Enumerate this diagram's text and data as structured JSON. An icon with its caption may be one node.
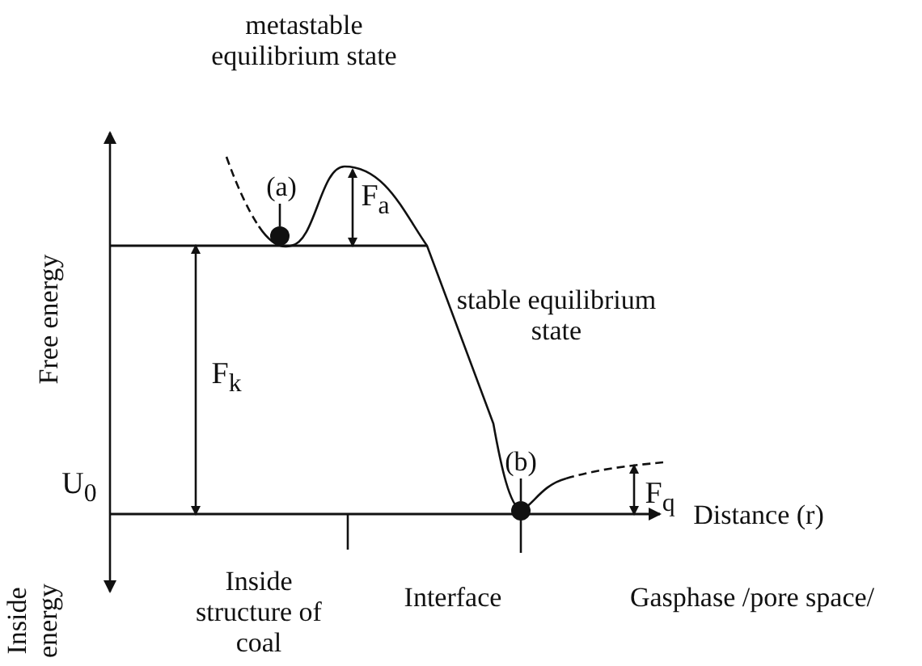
{
  "diagram": {
    "nodes": [
      {
        "text": [
          "(a)"
        ]
      },
      {
        "text": [],
        "shape": "circle"
      },
      {
        "text": [
          "(b)"
        ]
      },
      {
        "text": [],
        "shape": "circle"
      }
    ],
    "edges": [
      {
        "from": 0,
        "to": 1,
        "arrow": "none"
      },
      {
        "from": 2,
        "to": 3,
        "arrow": "none"
      }
    ],
    "labels": [
      "metastable equilibrium state",
      "F$_{a}$",
      "Free energy",
      "F$_{k}$",
      "U$_{0}$",
      "stable equilibrium state",
      "F$_{q}$",
      "Distance (r)",
      "Inside energy",
      "Inside structure of coal",
      "Interface",
      "Gasphase /pore space/"
    ]
  }
}
